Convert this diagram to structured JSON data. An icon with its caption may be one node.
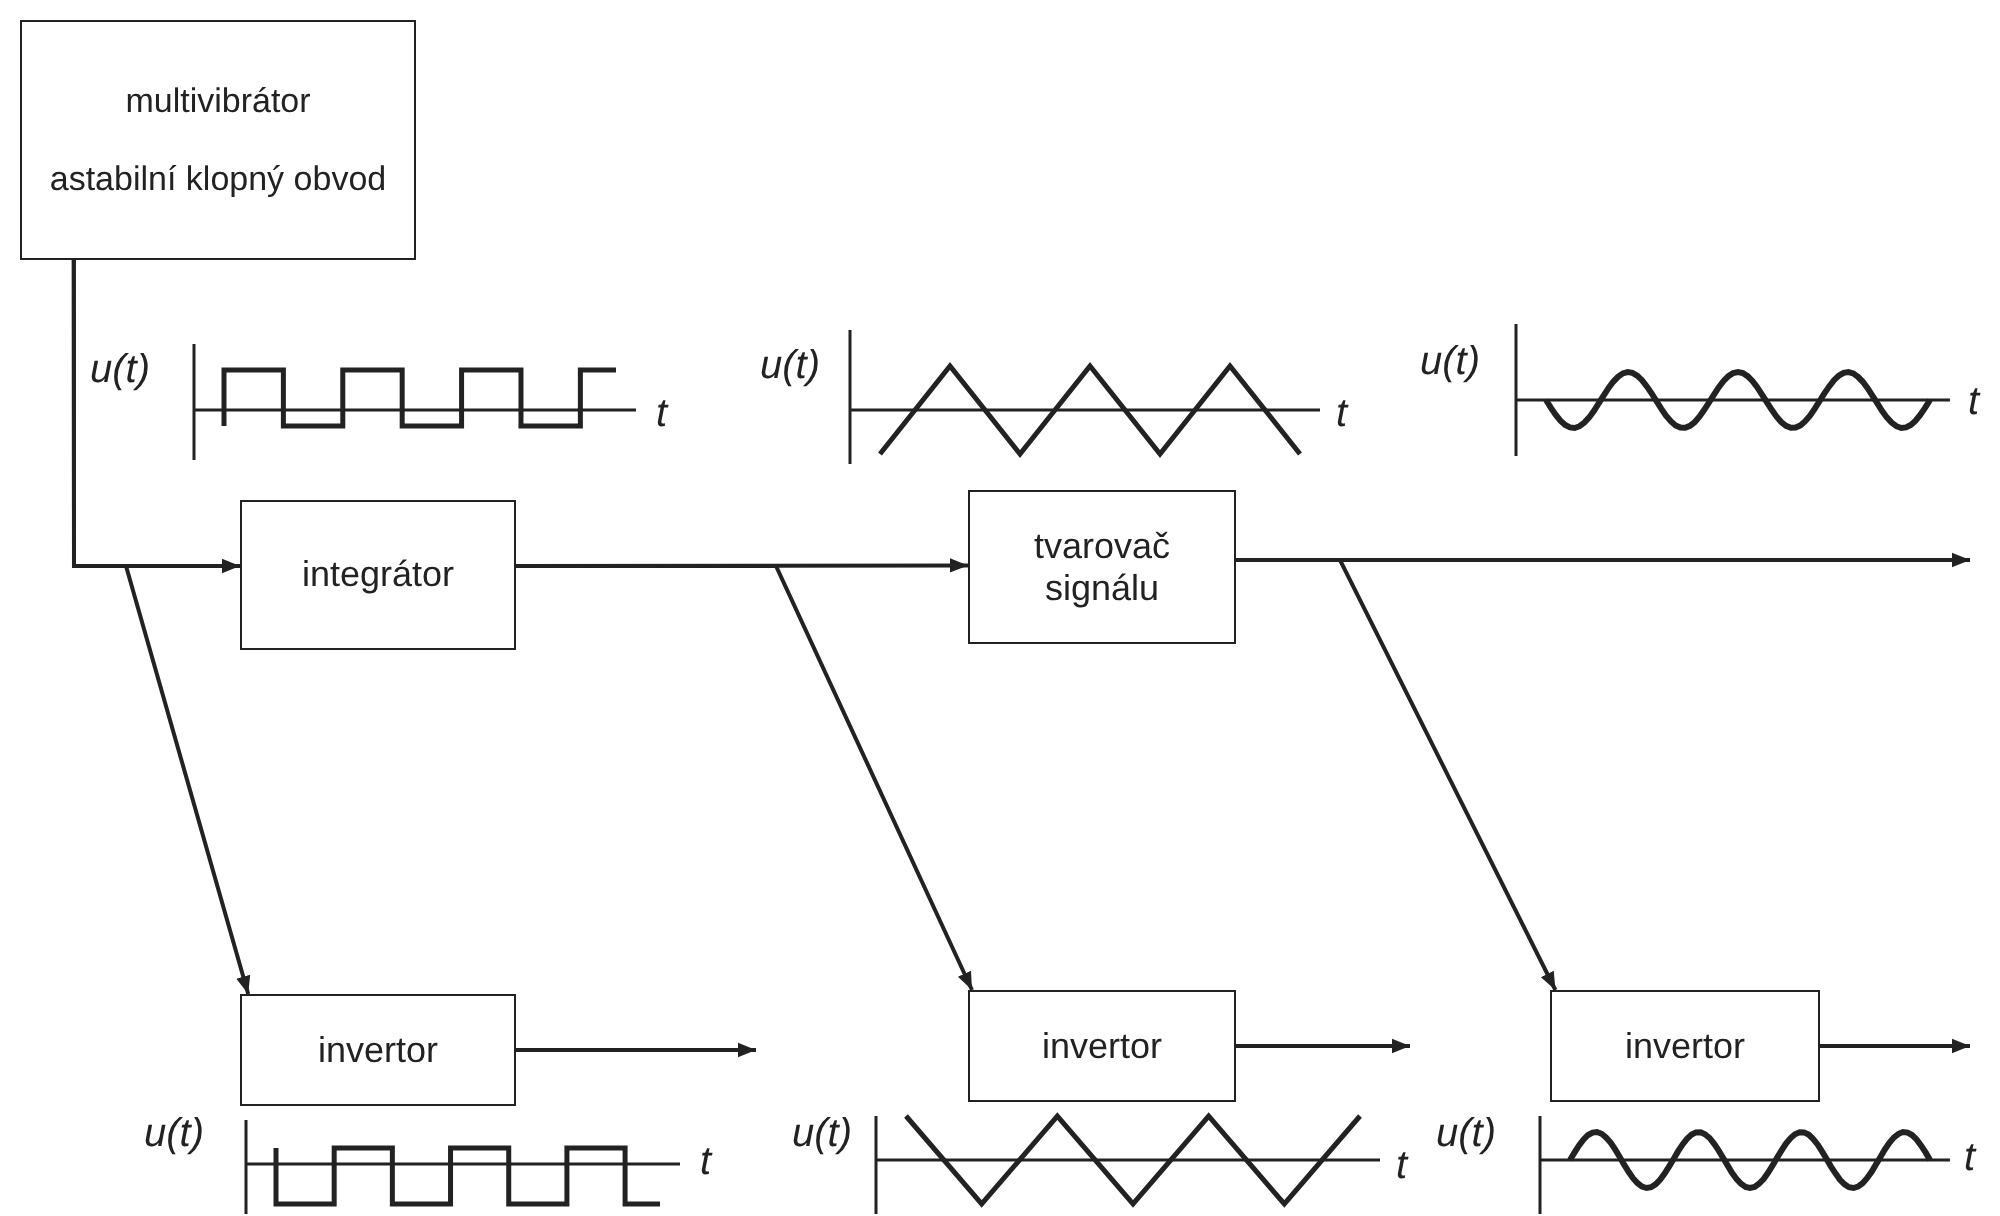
{
  "diagram": {
    "nodes": [
      {
        "text": [
          "multivibrátor",
          "astabilní klopný obvod"
        ]
      },
      {
        "text": [
          "integrátor"
        ]
      },
      {
        "text": [
          "tvarovač signálu"
        ]
      },
      {
        "text": [
          "invertor"
        ]
      },
      {
        "text": [
          "invertor"
        ]
      },
      {
        "text": [
          "invertor"
        ]
      }
    ],
    "edges": [
      {
        "from": 0,
        "to": 1,
        "arrow": "to"
      },
      {
        "from": 0,
        "to": 3,
        "arrow": "to"
      },
      {
        "from": 1,
        "to": 2,
        "arrow": "to"
      },
      {
        "from": 1,
        "to": 4,
        "arrow": "to"
      },
      {
        "from": 2,
        "to": null,
        "arrow": "to"
      },
      {
        "from": 2,
        "to": 5,
        "arrow": "to"
      },
      {
        "from": 3,
        "to": null,
        "arrow": "to"
      },
      {
        "from": 4,
        "to": null,
        "arrow": "to"
      },
      {
        "from": 5,
        "to": null,
        "arrow": "to"
      }
    ],
    "labels": [
      "u(t)",
      "t",
      "u(t)",
      "t",
      "u(t)",
      "t",
      "u(t)",
      "t",
      "u(t)",
      "t",
      "u(t)",
      "t"
    ]
  }
}
